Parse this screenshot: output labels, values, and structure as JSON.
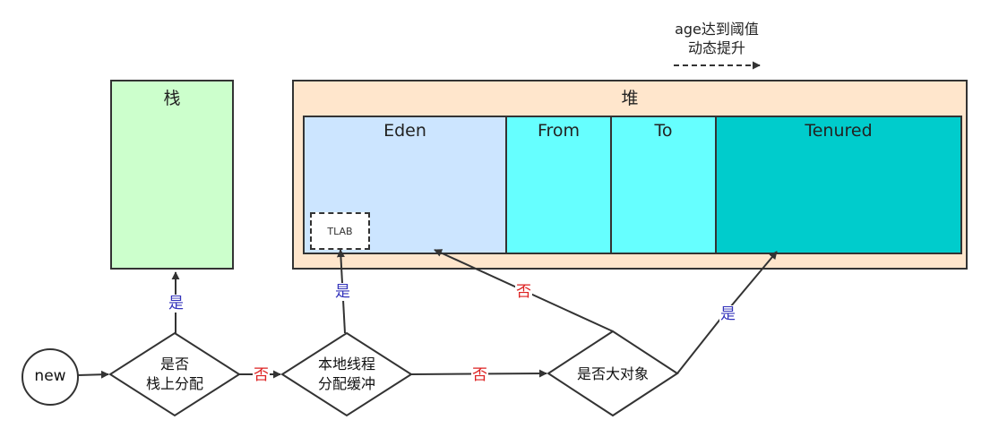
{
  "stack": {
    "title": "栈"
  },
  "heap": {
    "title": "堆",
    "regions": {
      "eden": "Eden",
      "from": "From",
      "to": "To",
      "tenured": "Tenured"
    },
    "tlab": "TLAB"
  },
  "note": {
    "line1": "age达到阈值",
    "line2": "动态提升"
  },
  "nodes": {
    "start": "new",
    "d1_line1": "是否",
    "d1_line2": "栈上分配",
    "d2_line1": "本地线程",
    "d2_line2": "分配缓冲",
    "d3": "是否大对象"
  },
  "edges": {
    "d1_yes": "是",
    "d1_no": "否",
    "d2_yes": "是",
    "d2_no": "否",
    "d3_no": "否",
    "d3_yes": "是"
  }
}
